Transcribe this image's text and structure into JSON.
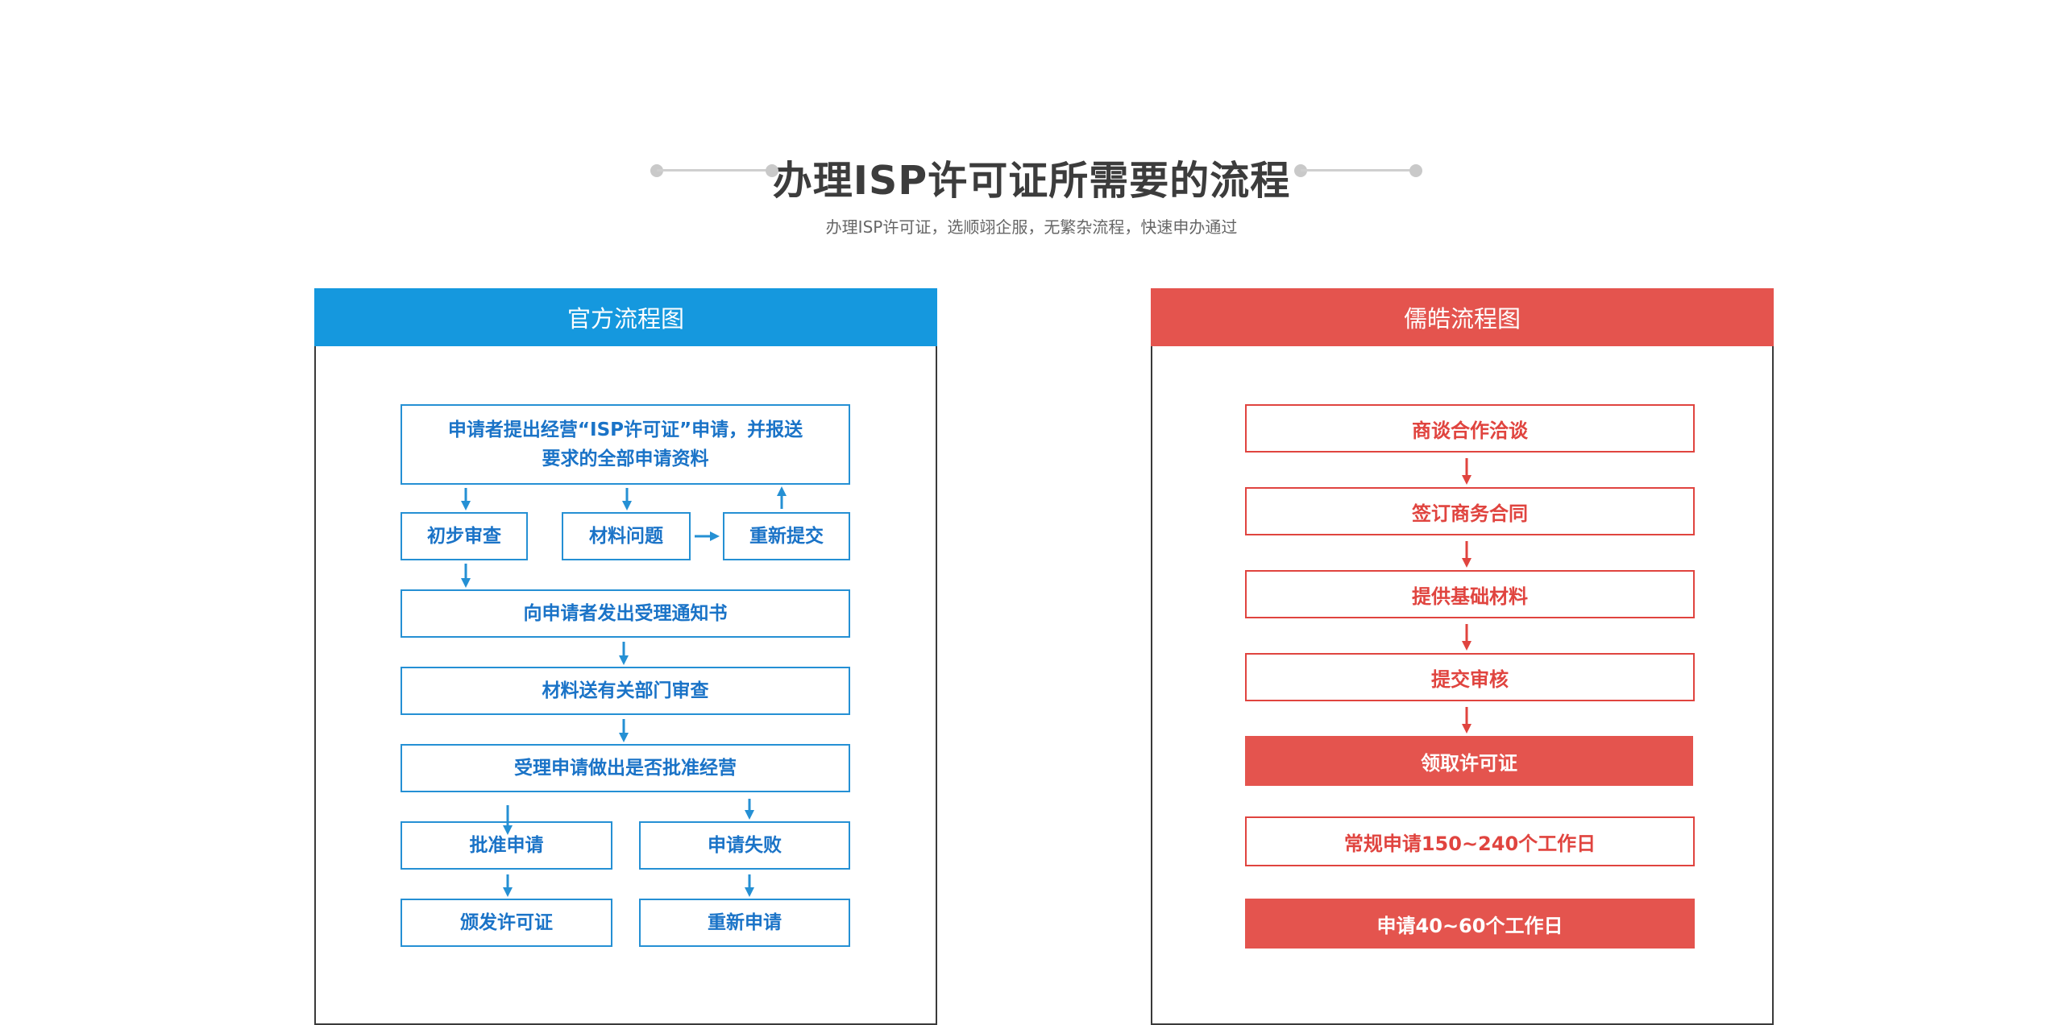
{
  "header": {
    "title": "办理ISP许可证所需要的流程",
    "subtitle": "办理ISP许可证，选顺翊企服，无繁杂流程，快速申办通过"
  },
  "official": {
    "title": "官方流程图",
    "step1_line1": "申请者提出经营“ISP许可证”申请，并报送",
    "step1_line2": "要求的全部申请资料",
    "initial_review": "初步审查",
    "material_issue": "材料问题",
    "resubmit": "重新提交",
    "notice": "向申请者发出受理通知书",
    "dept_review": "材料送有关部门审查",
    "decision": "受理申请做出是否批准经营",
    "approved": "批准申请",
    "failed": "申请失败",
    "issue_license": "颁发许可证",
    "reapply": "重新申请"
  },
  "ours": {
    "title": "儒皓流程图",
    "step1": "商谈合作洽谈",
    "step2": "签订商务合同",
    "step3": "提供基础材料",
    "step4": "提交审核",
    "step5": "领取许可证",
    "regular": "常规申请150~240个工作日",
    "fast": "申请40~60个工作日"
  },
  "colors": {
    "blue": "#1598de",
    "red": "#e4544e"
  }
}
